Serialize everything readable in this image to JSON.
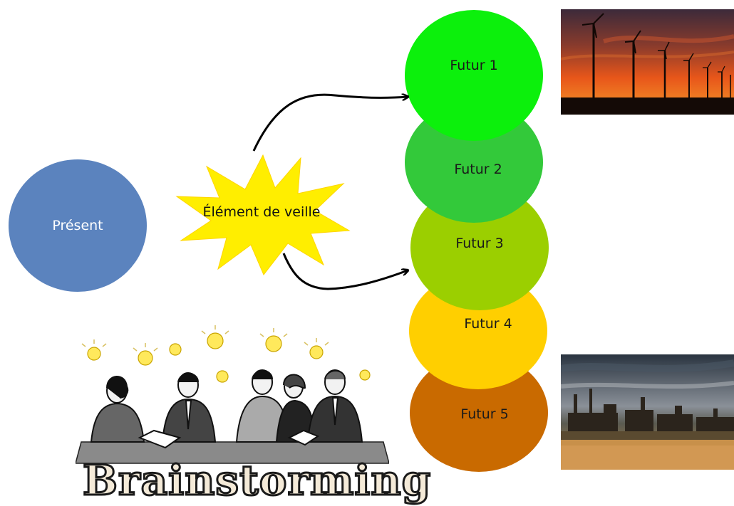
{
  "present": {
    "label": "Présent"
  },
  "element_veille": {
    "label": "Élément de veille"
  },
  "futurs": [
    {
      "label": "Futur 1",
      "color": "#0cf00c"
    },
    {
      "label": "Futur 2",
      "color": "#33c93a"
    },
    {
      "label": "Futur 3",
      "color": "#9bcf00"
    },
    {
      "label": "Futur 4",
      "color": "#ffcf00"
    },
    {
      "label": "Futur 5",
      "color": "#c96a00"
    }
  ],
  "brainstorming": {
    "label": "Brainstorming"
  },
  "colors": {
    "present": "#5b83be",
    "burst": "#ffee00"
  },
  "images": {
    "top_right": "wind-turbines-sunset",
    "bottom_right": "industrial-factory"
  }
}
